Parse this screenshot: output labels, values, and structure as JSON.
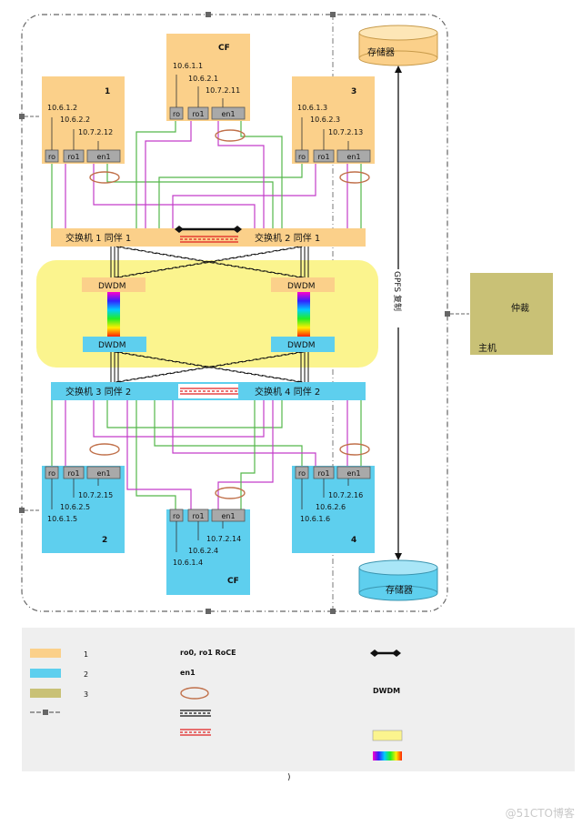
{
  "nodes": {
    "cf_top": {
      "label": "CF",
      "ips": [
        "10.6.1.1",
        "10.6.2.1",
        "10.7.2.11"
      ]
    },
    "node1": {
      "label": "1",
      "ips": [
        "10.6.1.2",
        "10.6.2.2",
        "10.7.2.12"
      ]
    },
    "node3": {
      "label": "3",
      "ips": [
        "10.6.1.3",
        "10.6.2.3",
        "10.7.2.13"
      ]
    },
    "node2": {
      "label": "2",
      "ips": [
        "10.7.2.15",
        "10.6.2.5",
        "10.6.1.5"
      ]
    },
    "node4": {
      "label": "4",
      "ips": [
        "10.7.2.16",
        "10.6.2.6",
        "10.6.1.6"
      ]
    },
    "cf_bottom": {
      "label": "CF",
      "ips": [
        "10.7.2.14",
        "10.6.2.4",
        "10.6.1.4"
      ]
    }
  },
  "ports": {
    "p0": "ro",
    "p1": "ro1",
    "p2": "en1"
  },
  "switches": {
    "sw1": "交换机 1 同伴 1",
    "sw2": "交换机 2 同伴 1",
    "sw3": "交换机 3 同伴 2",
    "sw4": "交换机 4 同伴 2"
  },
  "dwdm": {
    "label": "DWDM"
  },
  "storage": {
    "top": "存储器",
    "bottom": "存储器"
  },
  "gpfs": "GPFS 复制",
  "arbiter": {
    "title": "仲裁",
    "host": "主机"
  },
  "legend": {
    "c1": "1",
    "c2": "2",
    "c3": "3",
    "roce": "ro0, ro1  RoCE",
    "en1": "en1",
    "dwdm": "DWDM"
  },
  "footnote": ")",
  "watermark": "@51CTO博客",
  "colors": {
    "site1": "#fbd08a",
    "site2": "#5ecfee",
    "arbiter": "#c9c176",
    "dwdm_zone": "#fbf48e",
    "green_link": "#54b84a",
    "magenta_link": "#c33cc9",
    "legend_bg": "#efefef"
  }
}
